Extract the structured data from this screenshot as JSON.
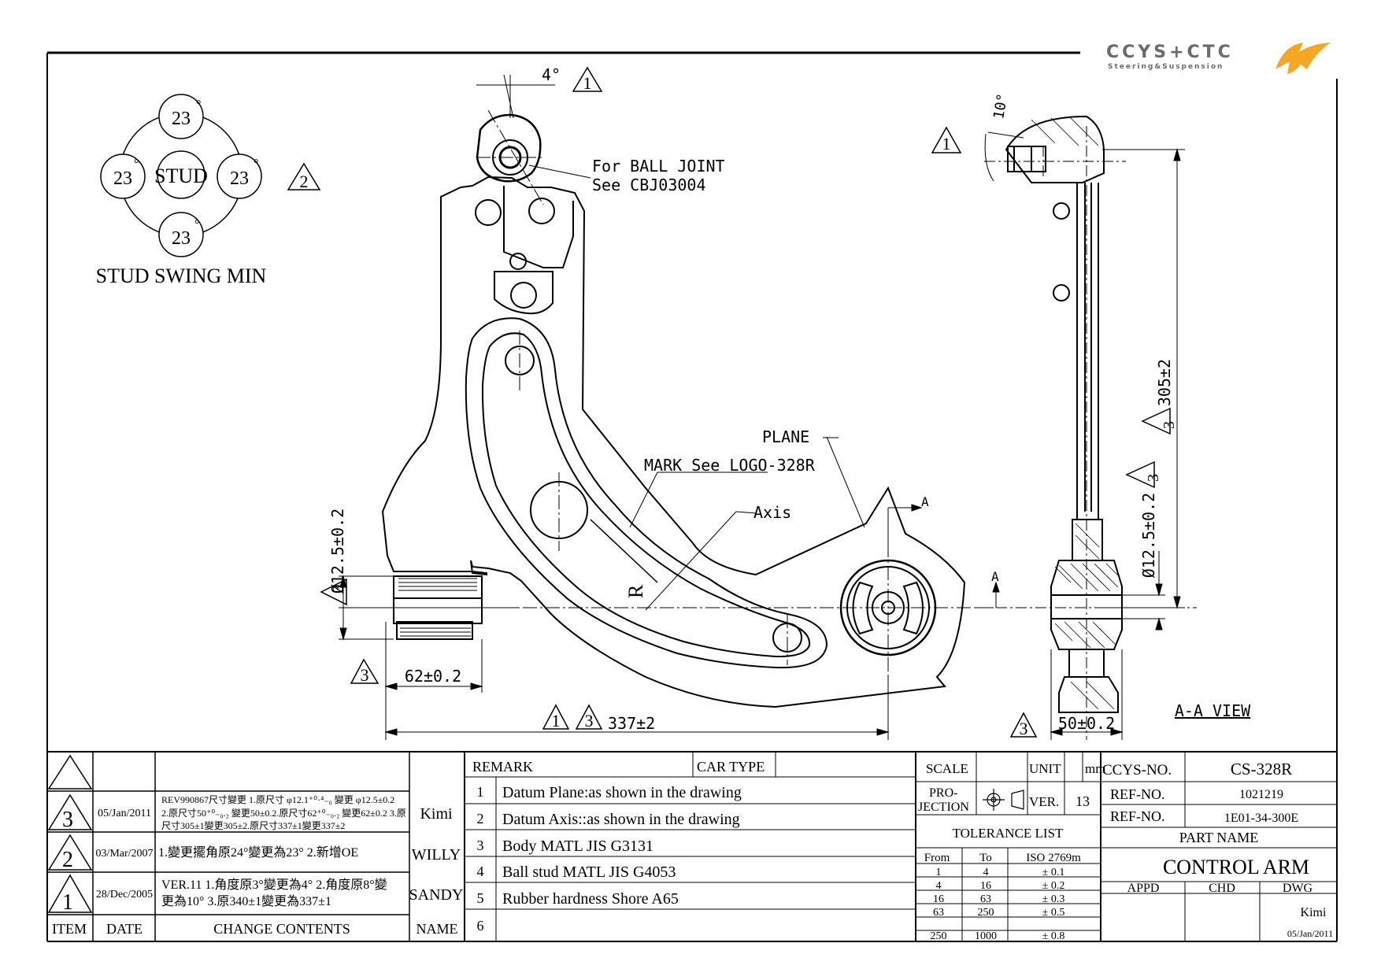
{
  "logo": {
    "name": "CCYS+CTC",
    "tagline": "Steering&Suspension",
    "accent_color": "#f5a623"
  },
  "stud_swing": {
    "center_label": "STUD",
    "top": "23",
    "left": "23",
    "right": "23",
    "bottom": "23",
    "degree_symbol": "°",
    "caption": "STUD SWING MIN",
    "rev_mark": "2"
  },
  "annotations": {
    "angle_top": "4°",
    "angle_top_rev": "1",
    "ball_joint_note_line1": "For BALL JOINT",
    "ball_joint_note_line2": "See CBJ03004",
    "plane_label": "PLANE",
    "mark_label": "MARK See LOGO-328R",
    "axis_label": "Axis",
    "r_mark": "R",
    "section_a": "A",
    "dia_left": "Ø12.5±0.2",
    "dia_left_rev": "3",
    "dim_62": "62±0.2",
    "dim_62_rev": "3",
    "dim_337": "337±2",
    "dim_337_rev1": "1",
    "dim_337_rev3": "3",
    "angle_side": "10°",
    "angle_side_rev": "1",
    "dim_305": "305±2",
    "dim_305_rev": "3",
    "dia_right": "Ø12.5±0.2",
    "dia_right_rev": "3",
    "dim_50": "50±0.2",
    "dim_50_rev": "3",
    "view_label": "A-A VIEW"
  },
  "revisions": {
    "rows": [
      {
        "item": "3",
        "date": "05/Jan/2011",
        "contents_l1": "REV990867尺寸變更 1.原尺寸 φ12.1⁺⁰·⁴₋₀ 變更 φ12.5±0.2",
        "contents_l2": "2.原尺寸50⁺⁰₋₀.₂ 變更50±0.2.原尺寸62⁺⁰₋₀.₂ 變更62±0.2 3.原",
        "contents_l3": "尺寸305±1變更305±2.原尺寸337±1變更337±2",
        "name": "Kimi"
      },
      {
        "item": "2",
        "date": "03/Mar/2007",
        "contents_l1": "1.變更擺角原24°變更為23° 2.新增OE",
        "contents_l2": "",
        "contents_l3": "",
        "name": "WILLY"
      },
      {
        "item": "1",
        "date": "28/Dec/2005",
        "contents_l1": "VER.11 1.角度原3°變更為4° 2.角度原8°變",
        "contents_l2": "更為10° 3.原340±1變更為337±1",
        "contents_l3": "",
        "name": "SANDY"
      }
    ],
    "header": {
      "item": "ITEM",
      "date": "DATE",
      "contents": "CHANGE CONTENTS",
      "name": "NAME"
    }
  },
  "remarks": {
    "header_remark": "REMARK",
    "header_car_type": "CAR TYPE",
    "items": [
      {
        "no": "1",
        "text": "Datum Plane:as shown in the drawing"
      },
      {
        "no": "2",
        "text": "Datum Axis::as shown in the drawing"
      },
      {
        "no": "3",
        "text": "Body MATL JIS G3131"
      },
      {
        "no": "4",
        "text": "Ball stud MATL JIS G4053"
      },
      {
        "no": "5",
        "text": "Rubber hardness Shore A65"
      },
      {
        "no": "6",
        "text": ""
      }
    ]
  },
  "title_block": {
    "scale_label": "SCALE",
    "unit_label": "UNIT",
    "unit_value": "mm",
    "projection_label_1": "PRO-",
    "projection_label_2": "JECTION",
    "ver_label": "VER.",
    "ver_value": "13",
    "tolerance_title": "TOLERANCE LIST",
    "tol_header": {
      "from": "From",
      "to": "To",
      "iso": "ISO 2769m"
    },
    "tolerances": [
      {
        "from": "1",
        "to": "4",
        "tol": "± 0.1"
      },
      {
        "from": "4",
        "to": "16",
        "tol": "± 0.2"
      },
      {
        "from": "16",
        "to": "63",
        "tol": "± 0.3"
      },
      {
        "from": "63",
        "to": "250",
        "tol": "± 0.5"
      },
      {
        "from": "250",
        "to": "1000",
        "tol": "± 0.8"
      }
    ],
    "ccys_no_label": "CCYS-NO.",
    "ccys_no": "CS-328R",
    "ref_no_label_1": "REF-NO.",
    "ref_no_1": "1021219",
    "ref_no_label_2": "REF-NO.",
    "ref_no_2": "1E01-34-300E",
    "part_name_label": "PART NAME",
    "part_name": "CONTROL ARM",
    "appd": "APPD",
    "chd": "CHD",
    "dwg": "DWG",
    "dwg_name": "Kimi",
    "dwg_date": "05/Jan/2011"
  }
}
